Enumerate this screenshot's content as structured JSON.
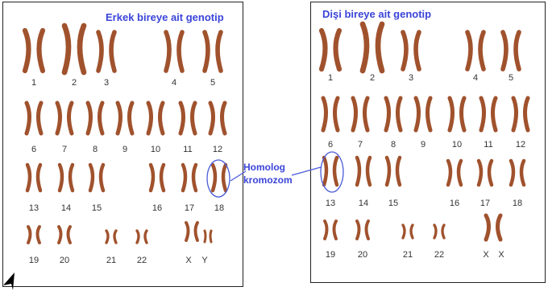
{
  "male_title": "Erkek bireye ait genotip",
  "female_title": "Dişi bireye ait genotip",
  "homolog_label_line1": "Homolog",
  "homolog_label_line2": "kromozom",
  "colors": {
    "title": "#3a44d8",
    "chromosome": "#a0522d",
    "highlight": "#4a5bd8"
  },
  "male_labels": [
    "1",
    "2",
    "3",
    "4",
    "5",
    "6",
    "7",
    "8",
    "9",
    "10",
    "11",
    "12",
    "13",
    "14",
    "15",
    "16",
    "17",
    "18",
    "19",
    "20",
    "21",
    "22",
    "X",
    "Y"
  ],
  "female_labels": [
    "1",
    "2",
    "3",
    "4",
    "5",
    "6",
    "7",
    "8",
    "9",
    "10",
    "11",
    "12",
    "13",
    "14",
    "15",
    "16",
    "17",
    "18",
    "19",
    "20",
    "21",
    "22",
    "X",
    "X"
  ]
}
